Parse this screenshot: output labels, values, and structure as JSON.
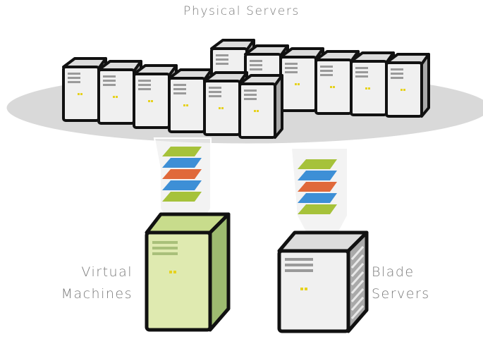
{
  "title": "Physical Servers",
  "labels": {
    "virtual_line1": "Virtual",
    "virtual_line2": "Machines",
    "blade_line1": "Blade",
    "blade_line2": "Servers"
  },
  "colors": {
    "platform": "#d9d9d9",
    "tower_front": "#f0f0f0",
    "tower_side": "#a9a9a9",
    "outline": "#111111",
    "vm_front": "#dfeab0",
    "vm_side": "#9dbb70",
    "layer_green": "#a6c23a",
    "layer_blue": "#3d8fd6",
    "layer_orange": "#e0693a",
    "led": "#e6d21e",
    "label_text": "#7a7a7a"
  },
  "icons": {
    "tower": "physical-server-icon",
    "vm": "virtual-machine-server-icon",
    "blade": "blade-server-icon",
    "layers": "virtualization-layers-icon"
  }
}
